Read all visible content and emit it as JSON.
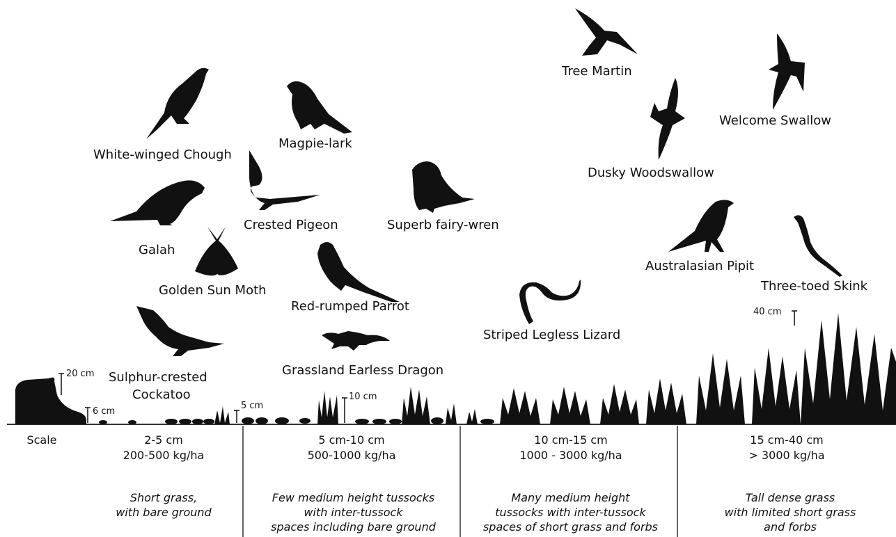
{
  "species": {
    "white_winged_chough": "White-winged Chough",
    "magpie_lark": "Magpie-lark",
    "galah": "Galah",
    "crested_pigeon": "Crested Pigeon",
    "superb_fairy_wren": "Superb fairy-wren",
    "golden_sun_moth": "Golden Sun Moth",
    "red_rumped_parrot": "Red-rumped Parrot",
    "sulphur_crested_cockatoo_line1": "Sulphur-crested",
    "sulphur_crested_cockatoo_line2": "Cockatoo",
    "grassland_earless_dragon": "Grassland Earless Dragon",
    "striped_legless_lizard": "Striped Legless Lizard",
    "tree_martin": "Tree Martin",
    "welcome_swallow": "Welcome Swallow",
    "dusky_woodswallow": "Dusky Woodswallow",
    "australasian_pipit": "Australasian Pipit",
    "three_toed_skink": "Three-toed Skink"
  },
  "scale_marks": {
    "boot_20": "20 cm",
    "boot_6": "6 cm",
    "short_5": "5 cm",
    "medium_10": "10 cm",
    "tall_40": "40 cm"
  },
  "scale_label": "Scale",
  "columns": [
    {
      "height": "2-5 cm",
      "biomass": "200-500 kg/ha",
      "description": [
        "Short grass,",
        "with bare ground"
      ]
    },
    {
      "height": "5 cm-10 cm",
      "biomass": "500-1000 kg/ha",
      "description": [
        "Few medium height tussocks",
        "with inter-tussock",
        "spaces including bare ground"
      ]
    },
    {
      "height": "10 cm-15 cm",
      "biomass": "1000 - 3000 kg/ha",
      "description": [
        "Many medium height",
        "tussocks with inter-tussock",
        "spaces of short grass and forbs"
      ]
    },
    {
      "height": "15 cm-40 cm",
      "biomass": "> 3000 kg/ha",
      "description": [
        "Tall dense grass",
        "with limited short grass",
        "and forbs"
      ]
    }
  ],
  "colors": {
    "silhouette": "#111111",
    "line": "#333333"
  }
}
